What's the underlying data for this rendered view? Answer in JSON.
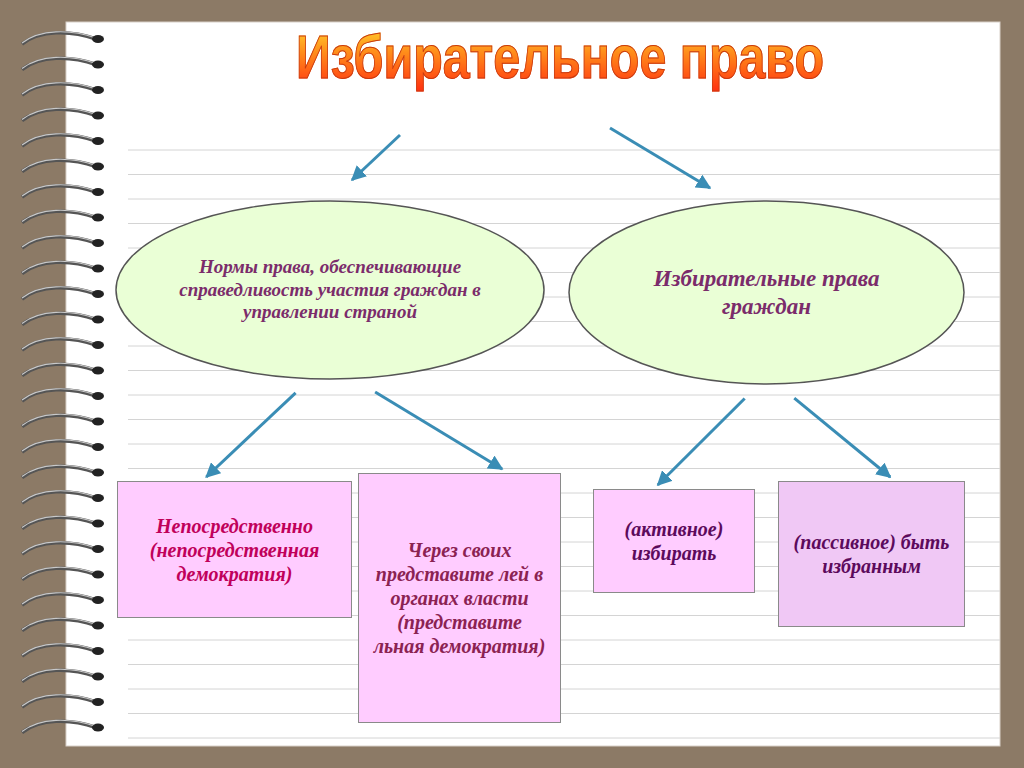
{
  "diagram": {
    "title": "Избирательное право",
    "nodes": [
      {
        "text": [
          "Нормы права, обеспечивающие справедливость участия граждан в управлении страной"
        ]
      },
      {
        "text": [
          "Избирательные права граждан"
        ]
      },
      {
        "text": [
          "Непосредственно (непосредственная демократия)"
        ]
      },
      {
        "text": [
          "Через своих представите лей в органах власти (представите льная демократия)"
        ]
      },
      {
        "text": [
          "(активное) избирать"
        ]
      },
      {
        "text": [
          "(пассивное) быть избранным"
        ]
      }
    ],
    "edges": [
      {
        "from": 0,
        "to": 2,
        "arrow": "to"
      },
      {
        "from": 0,
        "to": 3,
        "arrow": "to"
      },
      {
        "from": 1,
        "to": 4,
        "arrow": "to"
      },
      {
        "from": 1,
        "to": 5,
        "arrow": "to"
      }
    ]
  }
}
